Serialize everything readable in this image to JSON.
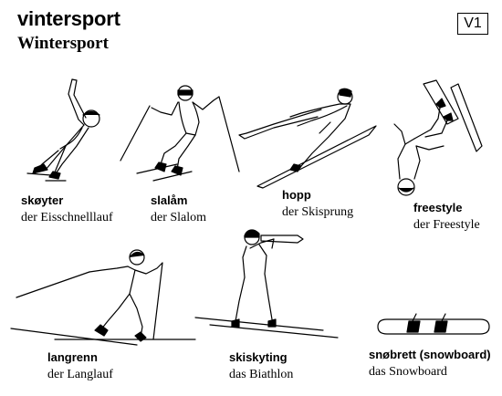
{
  "header": {
    "title_no": "vintersport",
    "title_de": "Wintersport",
    "code": "V1"
  },
  "items": [
    {
      "no": "skøyter",
      "de": "der Eisschnelllauf",
      "icon": "speed-skater-icon"
    },
    {
      "no": "slalåm",
      "de": "der Slalom",
      "icon": "slalom-skier-icon"
    },
    {
      "no": "hopp",
      "de": "der Skisprung",
      "icon": "ski-jumper-icon"
    },
    {
      "no": "freestyle",
      "de": "der Freestyle",
      "icon": "freestyle-skier-icon"
    },
    {
      "no": "langrenn",
      "de": "der Langlauf",
      "icon": "cross-country-skier-icon"
    },
    {
      "no": "skiskyting",
      "de": "das Biathlon",
      "icon": "biathlete-icon"
    },
    {
      "no": "snøbrett (snowboard)",
      "de": "das Snowboard",
      "icon": "snowboard-icon"
    }
  ]
}
